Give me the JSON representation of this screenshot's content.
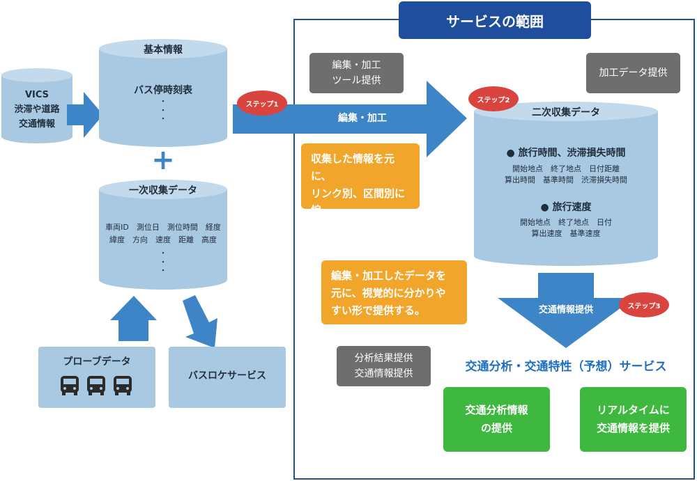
{
  "service_scope": {
    "title": "サービスの範囲"
  },
  "vics": {
    "text": "VICS\n渋滞や道路\n交通情報"
  },
  "basic_info": {
    "title": "基本情報",
    "item": "バス停時刻表",
    "dots": "・\n・\n・"
  },
  "plus": "+",
  "primary_data": {
    "title": "一次収集データ",
    "fields_line1": "車両ID　測位日　測位時間　経度",
    "fields_line2": "緯度　方向　速度　距離　高度",
    "dots": "・\n・\n・"
  },
  "probe_data": {
    "label": "プローブデータ"
  },
  "bus_location": {
    "label": "バスロケサービス"
  },
  "step1": {
    "label": "ステップ1",
    "arrow_label": "編集・加工"
  },
  "step2": {
    "label": "ステップ2"
  },
  "step3": {
    "label": "ステップ3"
  },
  "edit_tool": {
    "text": "編集・加工\nツール提供"
  },
  "processed_data": {
    "text": "加工データ提供"
  },
  "orange1": {
    "text": "収集した情報を元に、\nリンク別、区間別に編\n集・加工を行う。"
  },
  "orange2": {
    "text": "編集・加工したデータを\n元に、視覚的に分かりや\nすい形で提供する。"
  },
  "secondary_data": {
    "title": "二次収集データ",
    "section1_title": "●  旅行時間、渋滞損失時間",
    "section1_line1": "開始地点　終了地点　日付距離",
    "section1_line2": "算出時間　基準時間　渋滞損失時間",
    "section2_title": "●  旅行速度",
    "section2_line1": "開始地点　終了地点　日付",
    "section2_line2": "算出速度　基準速度"
  },
  "traffic_provision": {
    "label": "交通情報提供"
  },
  "analysis": {
    "text": "分析結果提供\n交通情報提供"
  },
  "service_title": "交通分析・交通特性（予想）サービス",
  "green1": {
    "text": "交通分析情報\nの提供"
  },
  "green2": {
    "text": "リアルタイムに\n交通情報を提供"
  },
  "colors": {
    "cylinder": "#a9c9e3",
    "arrow": "#3d85c6",
    "navy": "#1f4f9c",
    "orange": "#f2a52b",
    "green": "#3fb83f",
    "gray": "#6e6e6e",
    "step": "#d9443f"
  }
}
